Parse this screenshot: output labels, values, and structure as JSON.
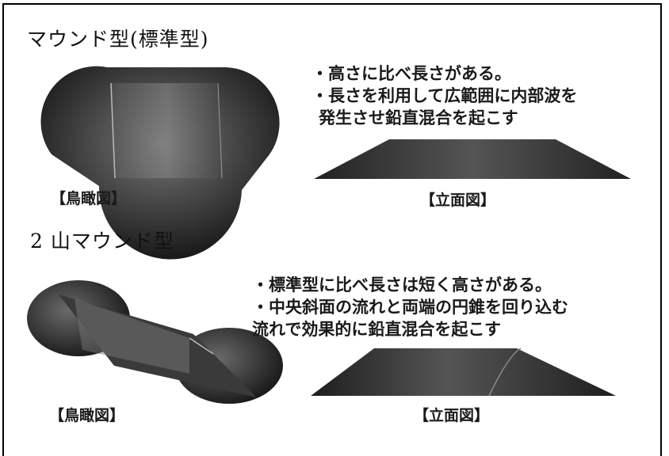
{
  "section1": {
    "title": "マウンド型(標準型)",
    "notes": [
      "・高さに比べ長さがある。",
      "・長さを利用して広範囲に内部波を",
      "発生させ鉛直混合を起こす"
    ],
    "caption_aerial": "【鳥瞰図】",
    "caption_elevation": "【立面図】"
  },
  "section2": {
    "title": "2 山マウンド型",
    "notes": [
      "・標準型に比べ長さは短く高さがある。",
      "・中央斜面の流れと両端の円錐を回り込む",
      "流れで効果的に鉛直混合を起こす"
    ],
    "caption_aerial": "【鳥瞰図】",
    "caption_elevation": "【立面図】"
  }
}
